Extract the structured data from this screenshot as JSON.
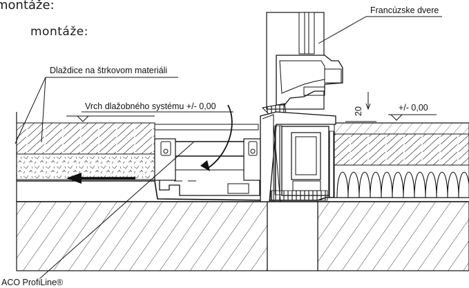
{
  "headings": {
    "line1": "montáže:",
    "line2": "montáže:"
  },
  "labels": {
    "french_door": "Francúzske dvere",
    "paving_on_gravel": "Dlaždice na štrkovom materiáli",
    "paving_top": "Vrch dlažobného systému +/- 0,00",
    "level_zero": "+/- 0,00",
    "dimension_20": "20",
    "drain": "ACO ProfiLine®"
  },
  "colors": {
    "line": "#111111",
    "fill": "#ffffff"
  }
}
